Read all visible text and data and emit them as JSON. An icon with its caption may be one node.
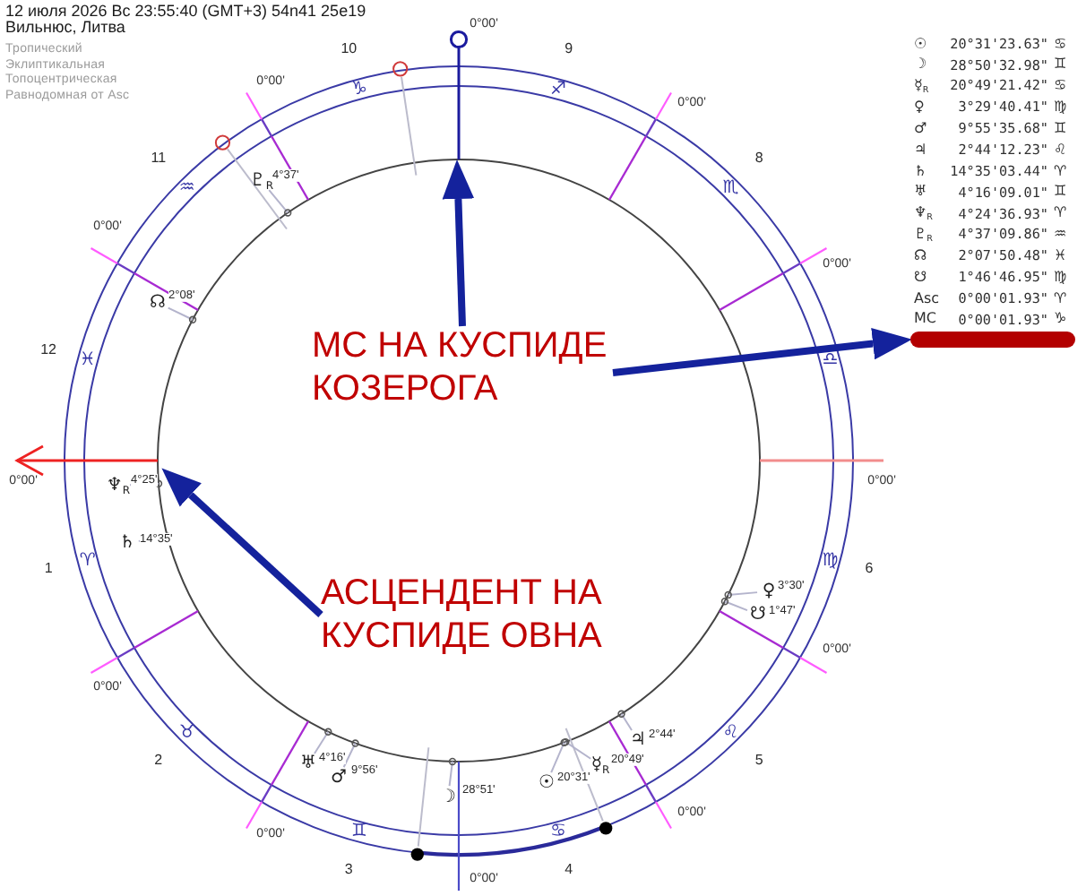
{
  "diagram": {
    "nodes": [
      {
        "text": [
          "МС НА КУСПИДЕ КОЗЕРОГА"
        ]
      },
      {
        "text": [
          "АСЦЕНДЕНТ НА КУСПИДЕ ОВНА"
        ]
      },
      {
        "text": [],
        "shape": "bar"
      }
    ],
    "edges": [
      {
        "from": 0,
        "to": null,
        "arrow": "to"
      },
      {
        "from": 0,
        "to": 2,
        "arrow": "to"
      },
      {
        "from": 1,
        "to": null,
        "arrow": "to"
      }
    ],
    "labels": [
      "12 июля 2026 Вс 23:55:40 (GMT+3) 54n41 25e19",
      "Вильнюс, Литва",
      "Тропический",
      "Эклиптикальная",
      "Топоцентрическая",
      "Равнодомная от Asc",
      "0°00'",
      "10",
      "9",
      "0°00'",
      "♑",
      "♐",
      "0°00'",
      "11",
      "8",
      "♒",
      "♇$_{R}$",
      "4°37'",
      "♏",
      "0°00'",
      "0°00'",
      "☊",
      "2°08'",
      "12",
      "♓",
      "♎",
      "0°00'",
      "♆$_{R}$",
      "4°25'",
      "0°00'",
      "♄",
      "14°35'",
      "1",
      "♈",
      "♍",
      "6",
      "♀",
      "3°30'",
      "☋",
      "1°47'",
      "0°00'",
      "0°00'",
      "♉",
      "♃",
      "2°44'",
      "♌",
      "2",
      "♅",
      "4°16'",
      "☿$_{R}$",
      "20°49'",
      "5",
      "♂",
      "9°56'",
      "☽",
      "28°51'",
      "☉",
      "20°31'",
      "0°00'",
      "♊",
      "♋",
      "0°00'",
      "3",
      "0°00'",
      "4",
      "☉",
      "20°31'23.63\"",
      "♋",
      "☽",
      "28°50'32.98\"",
      "♊",
      "☿$_{R}$",
      "20°49'21.42\"",
      "♋",
      "♀",
      "3°29'40.41\"",
      "♍",
      "♂",
      "9°55'35.68\"",
      "♊",
      "♃",
      "2°44'12.23\"",
      "♌",
      "♄",
      "14°35'03.44\"",
      "♈",
      "♅",
      "4°16'09.01\"",
      "♊",
      "♆$_{R}$",
      "4°24'36.93\"",
      "♈",
      "♇$_{R}$",
      "4°37'09.86\"",
      "♒",
      "☊",
      "2°07'50.48\"",
      "♓",
      "☋",
      "1°46'46.95\"",
      "♍",
      "Asc",
      "0°00'01.93\"",
      "♈",
      "MC",
      "0°00'01.93\"",
      "♑"
    ]
  }
}
